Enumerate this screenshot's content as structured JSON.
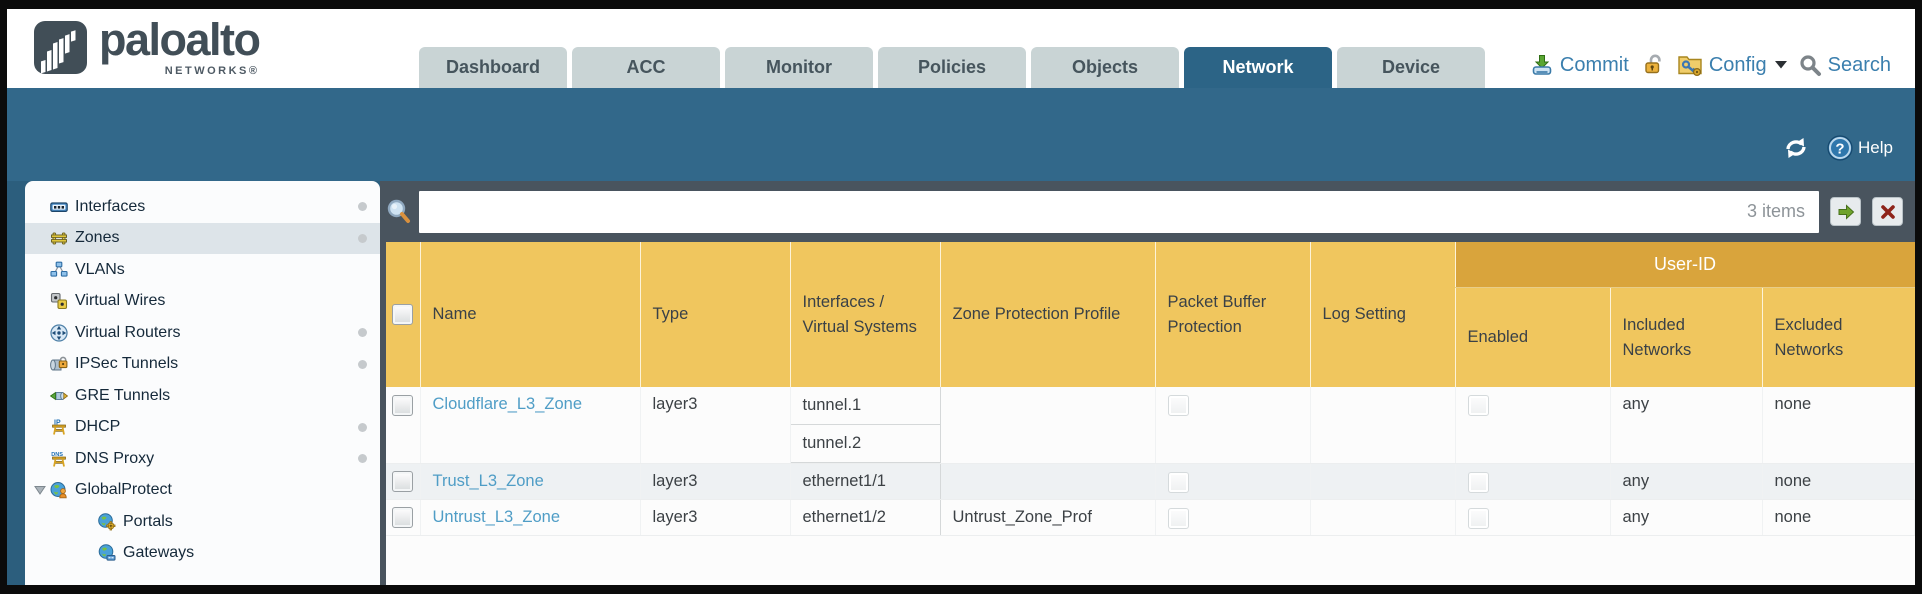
{
  "brand": {
    "name": "paloalto",
    "sub": "NETWORKS®"
  },
  "tabs": [
    {
      "label": "Dashboard",
      "active": false
    },
    {
      "label": "ACC",
      "active": false
    },
    {
      "label": "Monitor",
      "active": false
    },
    {
      "label": "Policies",
      "active": false
    },
    {
      "label": "Objects",
      "active": false
    },
    {
      "label": "Network",
      "active": true
    },
    {
      "label": "Device",
      "active": false
    }
  ],
  "header_actions": {
    "commit": "Commit",
    "config": "Config",
    "search": "Search"
  },
  "band": {
    "help": "Help"
  },
  "filter": {
    "value": "",
    "placeholder": "",
    "count": "3 items"
  },
  "sidebar": [
    {
      "label": "Interfaces"
    },
    {
      "label": "Zones"
    },
    {
      "label": "VLANs"
    },
    {
      "label": "Virtual Wires"
    },
    {
      "label": "Virtual Routers"
    },
    {
      "label": "IPSec Tunnels"
    },
    {
      "label": "GRE Tunnels"
    },
    {
      "label": "DHCP"
    },
    {
      "label": "DNS Proxy"
    },
    {
      "label": "GlobalProtect"
    },
    {
      "label": "Portals"
    },
    {
      "label": "Gateways"
    }
  ],
  "table": {
    "group_header": "User-ID",
    "columns": {
      "name": "Name",
      "type": "Type",
      "interfaces": "Interfaces / Virtual Systems",
      "zpp": "Zone Protection Profile",
      "pbp": "Packet Buffer Protection",
      "log": "Log Setting",
      "enabled": "Enabled",
      "included": "Included Networks",
      "excluded": "Excluded Networks"
    },
    "rows": [
      {
        "name": "Cloudflare_L3_Zone",
        "type": "layer3",
        "interfaces": [
          "tunnel.1",
          "tunnel.2"
        ],
        "zpp": "",
        "log": "",
        "included": "any",
        "excluded": "none"
      },
      {
        "name": "Trust_L3_Zone",
        "type": "layer3",
        "interfaces": [
          "ethernet1/1"
        ],
        "zpp": "",
        "log": "",
        "included": "any",
        "excluded": "none"
      },
      {
        "name": "Untrust_L3_Zone",
        "type": "layer3",
        "interfaces": [
          "ethernet1/2"
        ],
        "zpp": "Untrust_Zone_Prof",
        "log": "",
        "included": "any",
        "excluded": "none"
      }
    ]
  }
}
